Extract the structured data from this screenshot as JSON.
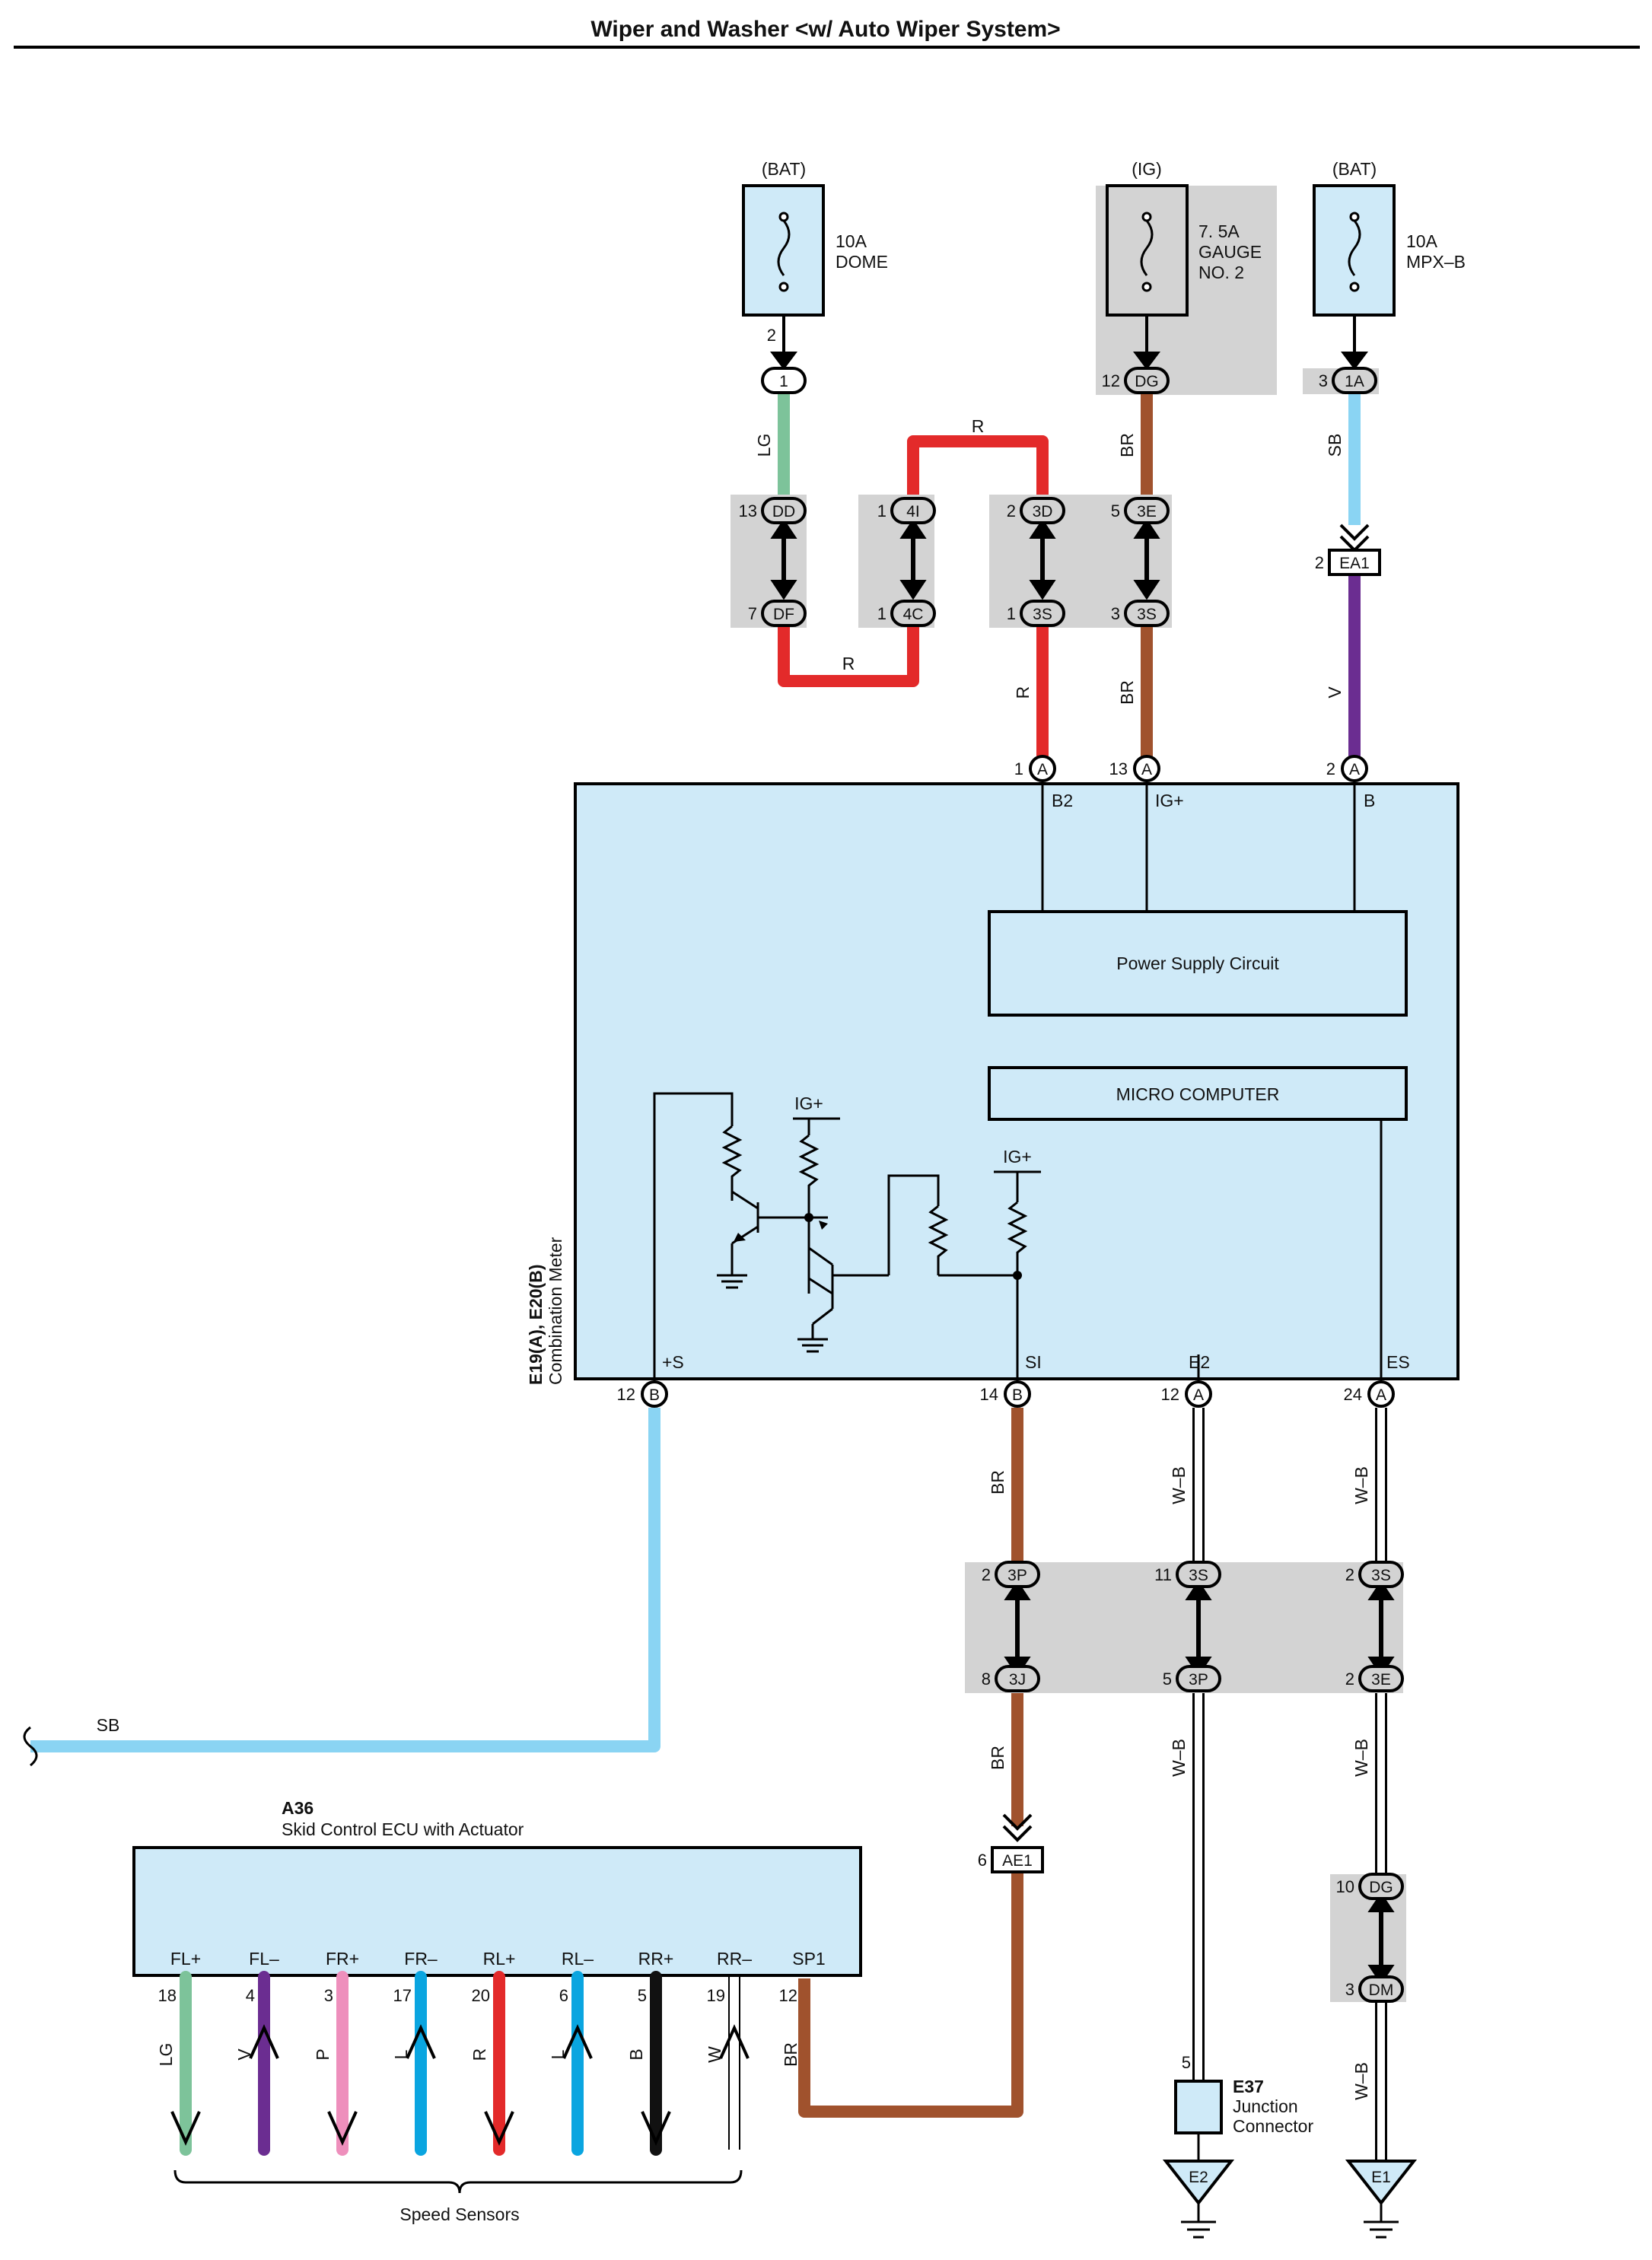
{
  "title": "Wiper and Washer <w/ Auto Wiper System>",
  "colors": {
    "box_fill": "#cfeaf8",
    "gray_fill": "#d3d3d3",
    "wire_LG": "#7dc39a",
    "wire_R": "#e32a2a",
    "wire_BR": "#a0522d",
    "wire_SB": "#8ad4f3",
    "wire_V": "#6b2d91",
    "wire_P": "#ee8fbc",
    "wire_L": "#0aa5e0",
    "wire_B": "#111111",
    "wire_W": "#ffffff"
  },
  "fuses": {
    "dome": {
      "source": "(BAT)",
      "rating": "10A",
      "name": "DOME"
    },
    "gauge": {
      "source": "(IG)",
      "rating": "7. 5A",
      "name1": "GAUGE",
      "name2": "NO. 2"
    },
    "mpx": {
      "source": "(BAT)",
      "rating": "10A",
      "name": "MPX–B"
    }
  },
  "connectors": {
    "c1": "1",
    "dg_top": "DG",
    "c1a": "1A",
    "dd": "DD",
    "df": "DF",
    "c4i": "4I",
    "c4c": "4C",
    "c3d": "3D",
    "c3s_a": "3S",
    "c3e_top": "3E",
    "c3s_b": "3S",
    "ea1": "EA1",
    "a1": "A",
    "a13": "A",
    "a2": "A",
    "b12": "B",
    "b14": "B",
    "a12": "A",
    "a24": "A",
    "c3p_top": "3P",
    "c3s_c": "3S",
    "c3s_d": "3S",
    "c3j": "3J",
    "c3p_bot": "3P",
    "c3e_bot": "3E",
    "ae1": "AE1",
    "dg_bot": "DG",
    "dm": "DM"
  },
  "pins": {
    "fuse_dome_out": "2",
    "dg_top": "12",
    "c1a": "3",
    "dd": "13",
    "df": "7",
    "c4i": "1",
    "c4c": "1",
    "c3d": "2",
    "c3s_a": "1",
    "c3e_top": "5",
    "c3s_b": "3",
    "ea1": "2",
    "a1": "1",
    "a13": "13",
    "a2": "2",
    "b12": "12",
    "b14": "14",
    "a12": "12",
    "a24": "24",
    "c3p_top": "2",
    "c3s_c": "11",
    "c3s_d": "2",
    "c3j": "8",
    "c3p_bot": "5",
    "c3e_bot": "2",
    "ae1": "6",
    "dg_bot": "10",
    "dm": "3",
    "e37": "5"
  },
  "wire_labels": {
    "lg": "LG",
    "r_top": "R",
    "r_bottom": "R",
    "r_right": "R",
    "br_top": "BR",
    "br_mid": "BR",
    "sb_top": "SB",
    "v": "V",
    "br_low1": "BR",
    "br_low2": "BR",
    "wb1": "W–B",
    "wb2": "W–B",
    "wb3": "W–B",
    "wb4": "W–B",
    "wb5": "W–B",
    "sb_left": "SB"
  },
  "meter": {
    "code": "E19(A), E20(B)",
    "name": "Combination Meter",
    "term_b2": "B2",
    "term_ig": "IG+",
    "term_b": "B",
    "power_supply": "Power Supply Circuit",
    "micro": "MICRO COMPUTER",
    "ig_plus_1": "IG+",
    "ig_plus_2": "IG+",
    "term_s": "+S",
    "term_si": "SI",
    "term_e2": "E2",
    "term_es": "ES"
  },
  "ecu": {
    "code": "A36",
    "name": "Skid Control ECU with Actuator",
    "terminals": [
      {
        "name": "FL+",
        "pin": "18",
        "wire": "LG",
        "color": "#7dc39a",
        "dir": "down"
      },
      {
        "name": "FL–",
        "pin": "4",
        "wire": "V",
        "color": "#6b2d91",
        "dir": "up"
      },
      {
        "name": "FR+",
        "pin": "3",
        "wire": "P",
        "color": "#ee8fbc",
        "dir": "down"
      },
      {
        "name": "FR–",
        "pin": "17",
        "wire": "L",
        "color": "#0aa5e0",
        "dir": "up"
      },
      {
        "name": "RL+",
        "pin": "20",
        "wire": "R",
        "color": "#e32a2a",
        "dir": "down"
      },
      {
        "name": "RL–",
        "pin": "6",
        "wire": "L",
        "color": "#0aa5e0",
        "dir": "up"
      },
      {
        "name": "RR+",
        "pin": "5",
        "wire": "B",
        "color": "#111111",
        "dir": "down"
      },
      {
        "name": "RR–",
        "pin": "19",
        "wire": "W",
        "color": "#ffffff",
        "dir": "up"
      }
    ],
    "sp1": {
      "name": "SP1",
      "pin": "12",
      "wire": "BR"
    },
    "speed_sensors": "Speed Sensors"
  },
  "junction": {
    "code": "E37",
    "name1": "Junction",
    "name2": "Connector"
  },
  "grounds": {
    "e2": "E2",
    "e1": "E1"
  }
}
